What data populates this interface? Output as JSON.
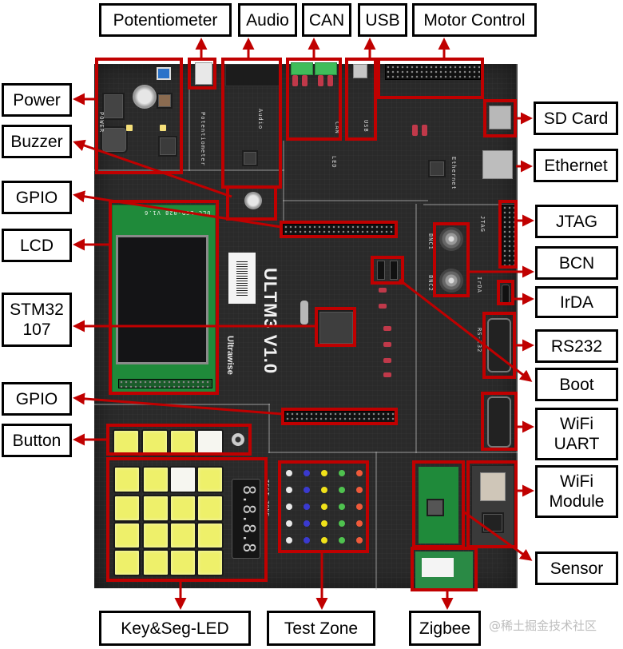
{
  "figure": {
    "title": "ULTM3 V1.0 development board component layout",
    "board": {
      "name_mark": "ULTM3 V1.0",
      "brand_mark": "Ultrawise",
      "seven_segment_display": "8.8.8.8",
      "silkscreen": {
        "power": "POWER",
        "potentiometer": "Potentiometer",
        "audio": "Audio",
        "can": "CAN",
        "usb": "USB",
        "led": "LED",
        "ethernet": "Ethernet",
        "jtag": "JTAG",
        "bnc1": "BNC1",
        "bnc2": "BNC2",
        "irda": "IrDA",
        "rs232": "RS-232",
        "test_zone": "TEST ZONE",
        "key_seg_led": "KEY&SEG LED",
        "lcd_pcb_code": "ULC-LCD-028 V1.6"
      }
    },
    "callout_color": "#c00000",
    "label_border_color": "#000000",
    "board_color": "#2a2a2a",
    "callouts": [
      {
        "id": "potentiometer",
        "label": "Potentiometer",
        "side": "top"
      },
      {
        "id": "audio",
        "label": "Audio",
        "side": "top"
      },
      {
        "id": "can",
        "label": "CAN",
        "side": "top"
      },
      {
        "id": "usb",
        "label": "USB",
        "side": "top"
      },
      {
        "id": "motor-control",
        "label": "Motor Control",
        "side": "top"
      },
      {
        "id": "power",
        "label": "Power",
        "side": "left"
      },
      {
        "id": "buzzer",
        "label": "Buzzer",
        "side": "left"
      },
      {
        "id": "gpio-top",
        "label": "GPIO",
        "side": "left"
      },
      {
        "id": "lcd",
        "label": "LCD",
        "side": "left"
      },
      {
        "id": "stm32",
        "label": "STM32\n107",
        "side": "left"
      },
      {
        "id": "gpio-bottom",
        "label": "GPIO",
        "side": "left"
      },
      {
        "id": "button",
        "label": "Button",
        "side": "left"
      },
      {
        "id": "sd-card",
        "label": "SD Card",
        "side": "right"
      },
      {
        "id": "ethernet",
        "label": "Ethernet",
        "side": "right"
      },
      {
        "id": "jtag",
        "label": "JTAG",
        "side": "right"
      },
      {
        "id": "bcn",
        "label": "BCN",
        "side": "right"
      },
      {
        "id": "irda",
        "label": "IrDA",
        "side": "right"
      },
      {
        "id": "rs232",
        "label": "RS232",
        "side": "right"
      },
      {
        "id": "boot",
        "label": "Boot",
        "side": "right"
      },
      {
        "id": "wifi-uart",
        "label": "WiFi\nUART",
        "side": "right"
      },
      {
        "id": "wifi-module",
        "label": "WiFi\nModule",
        "side": "right"
      },
      {
        "id": "sensor",
        "label": "Sensor",
        "side": "right"
      },
      {
        "id": "key-seg-led",
        "label": "Key&Seg-LED",
        "side": "bottom"
      },
      {
        "id": "test-zone",
        "label": "Test Zone",
        "side": "bottom"
      },
      {
        "id": "zigbee",
        "label": "Zigbee",
        "side": "bottom"
      }
    ],
    "watermark": "@稀土掘金技术社区"
  }
}
